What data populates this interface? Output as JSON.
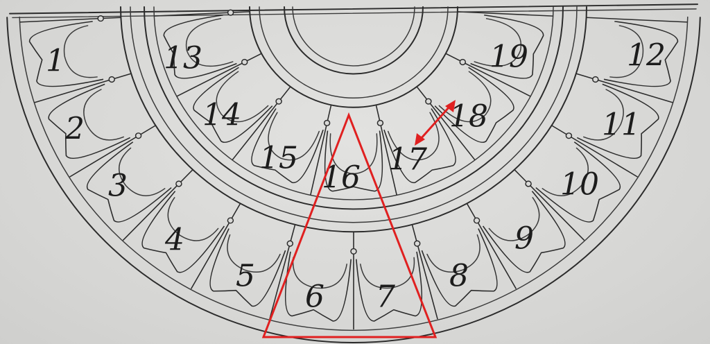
{
  "overlay_color": "#e02020",
  "panels": [
    {
      "id": "1",
      "label": "1"
    },
    {
      "id": "2",
      "label": "2"
    },
    {
      "id": "3",
      "label": "3"
    },
    {
      "id": "4",
      "label": "4"
    },
    {
      "id": "5",
      "label": "5"
    },
    {
      "id": "6",
      "label": "6"
    },
    {
      "id": "7",
      "label": "7"
    },
    {
      "id": "8",
      "label": "8"
    },
    {
      "id": "9",
      "label": "9"
    },
    {
      "id": "10",
      "label": "10"
    },
    {
      "id": "11",
      "label": "11"
    },
    {
      "id": "12",
      "label": "12"
    },
    {
      "id": "13",
      "label": "13"
    },
    {
      "id": "14",
      "label": "14"
    },
    {
      "id": "15",
      "label": "15"
    },
    {
      "id": "16",
      "label": "16"
    },
    {
      "id": "17",
      "label": "17"
    },
    {
      "id": "18",
      "label": "18"
    },
    {
      "id": "19",
      "label": "19"
    }
  ],
  "annotations": {
    "triangle": "red-triangle-outline",
    "arrow": "double-headed-arrow-between-17-and-18"
  }
}
